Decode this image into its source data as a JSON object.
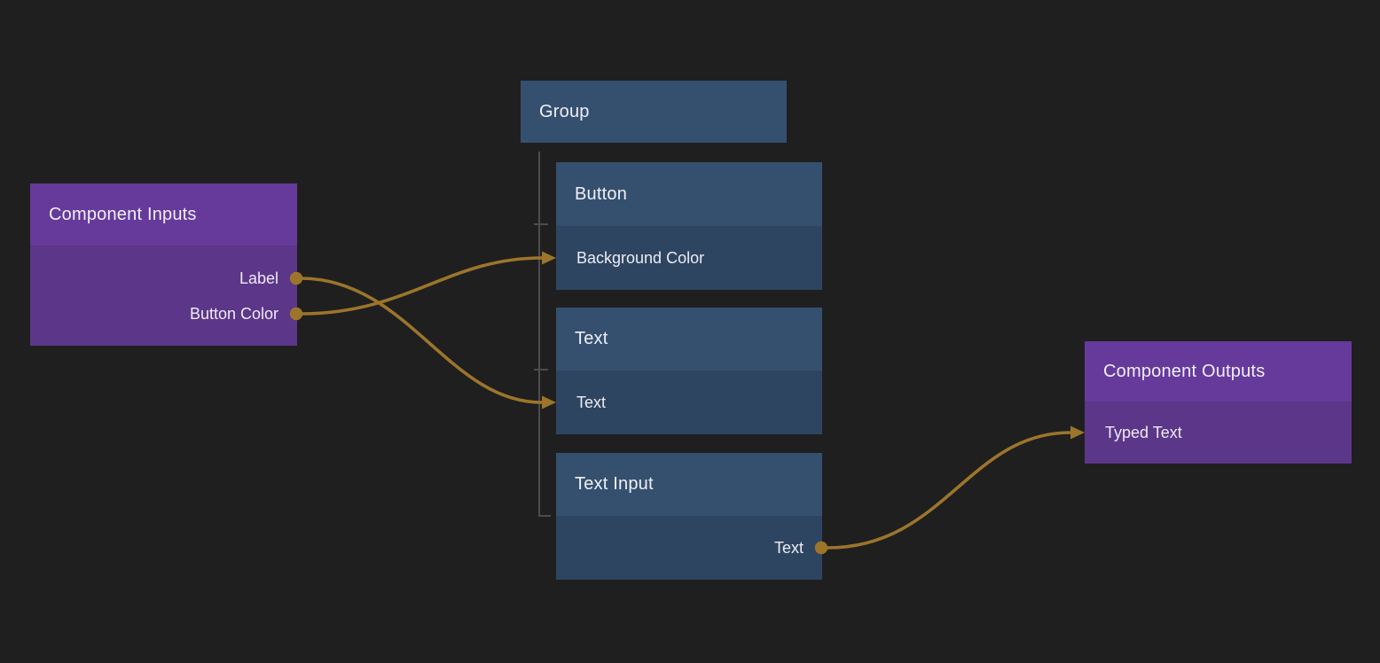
{
  "canvas": {
    "background_color": "#1f1f20",
    "wire_color": "#9c752b",
    "tree_line_color": "#4c4c4c",
    "purple_header_color": "#663a9b",
    "purple_body_color": "#5c3689",
    "blue_header_color": "#35506e",
    "blue_body_color": "#2e4561",
    "text_color": "#f0eff6"
  },
  "nodes": [
    {
      "id": "component-inputs",
      "title": "Component Inputs",
      "kind": "purple",
      "outputs": [
        {
          "label": "Label"
        },
        {
          "label": "Button Color"
        }
      ]
    },
    {
      "id": "group",
      "title": "Group",
      "kind": "blue"
    },
    {
      "id": "button",
      "title": "Button",
      "kind": "blue",
      "inputs": [
        {
          "label": "Background Color"
        }
      ]
    },
    {
      "id": "text",
      "title": "Text",
      "kind": "blue",
      "inputs": [
        {
          "label": "Text"
        }
      ]
    },
    {
      "id": "text-input",
      "title": "Text Input",
      "kind": "blue",
      "outputs": [
        {
          "label": "Text"
        }
      ]
    },
    {
      "id": "component-outputs",
      "title": "Component Outputs",
      "kind": "purple",
      "inputs": [
        {
          "label": "Typed Text"
        }
      ]
    }
  ],
  "group_children": [
    "Button",
    "Text",
    "Text Input"
  ],
  "connections": [
    {
      "from": "Component Inputs.Label",
      "to": "Text.Text"
    },
    {
      "from": "Component Inputs.Button Color",
      "to": "Button.Background Color"
    },
    {
      "from": "Text Input.Text",
      "to": "Component Outputs.Typed Text"
    }
  ]
}
